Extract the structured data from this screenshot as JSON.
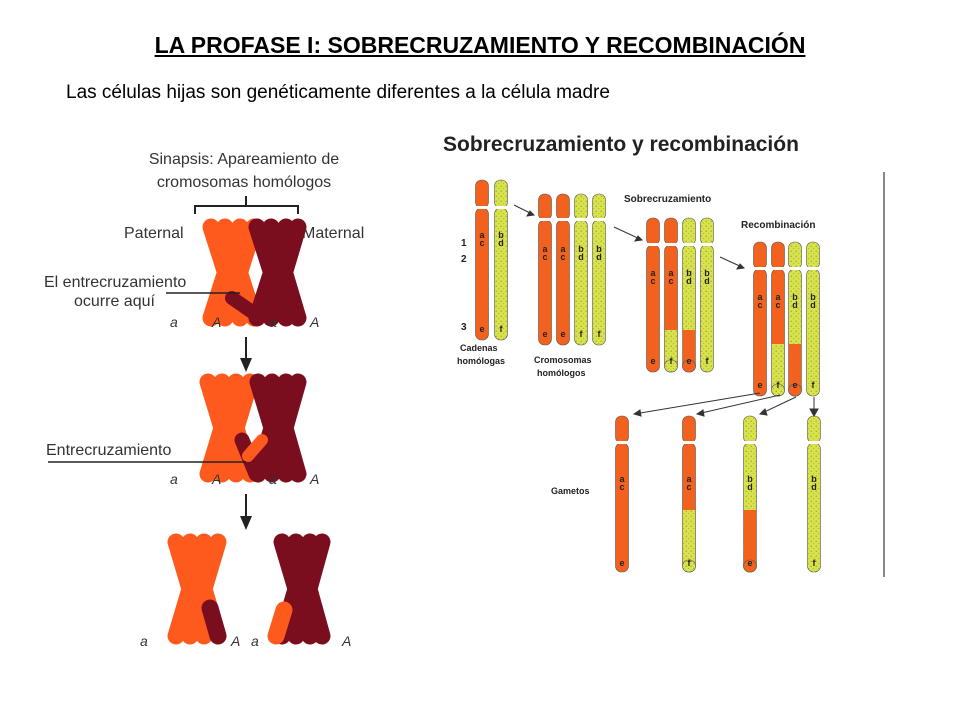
{
  "slide": {
    "title": "LA PROFASE I: SOBRECRUZAMIENTO Y RECOMBINACIÓN",
    "subtitle": "Las células hijas son genéticamente diferentes a la célula madre"
  },
  "left_figure": {
    "heading_line1": "Sinapsis: Apareamiento de",
    "heading_line2": "cromosomas homólogos",
    "paternal": "Paternal",
    "maternal": "Maternal",
    "crossover_line1": "El entrecruzamiento",
    "crossover_line2": "ocurre aquí",
    "chiasma": "Entrecruzamiento",
    "allele_lower": "a",
    "allele_upper": "A"
  },
  "right_figure": {
    "title": "Sobrecruzamiento y recombinación",
    "stage_crossing": "Sobrecruzamiento",
    "stage_recombination": "Recombinación",
    "row1": "1",
    "row2": "2",
    "row3": "3",
    "chains_line1": "Cadenas",
    "chains_line2": "homólogas",
    "homologs_line1": "Cromosomas",
    "homologs_line2": "homólogos",
    "gametes": "Gametos",
    "genes": {
      "a": "a",
      "b": "b",
      "c": "c",
      "d": "d",
      "e": "e",
      "f": "f"
    }
  },
  "colors": {
    "paternal_orange": "#FF5A1E",
    "maternal_maroon": "#7A0D1E",
    "chromatid_orange": "#F2621E",
    "chromatid_yellow": "#D8E24A"
  }
}
